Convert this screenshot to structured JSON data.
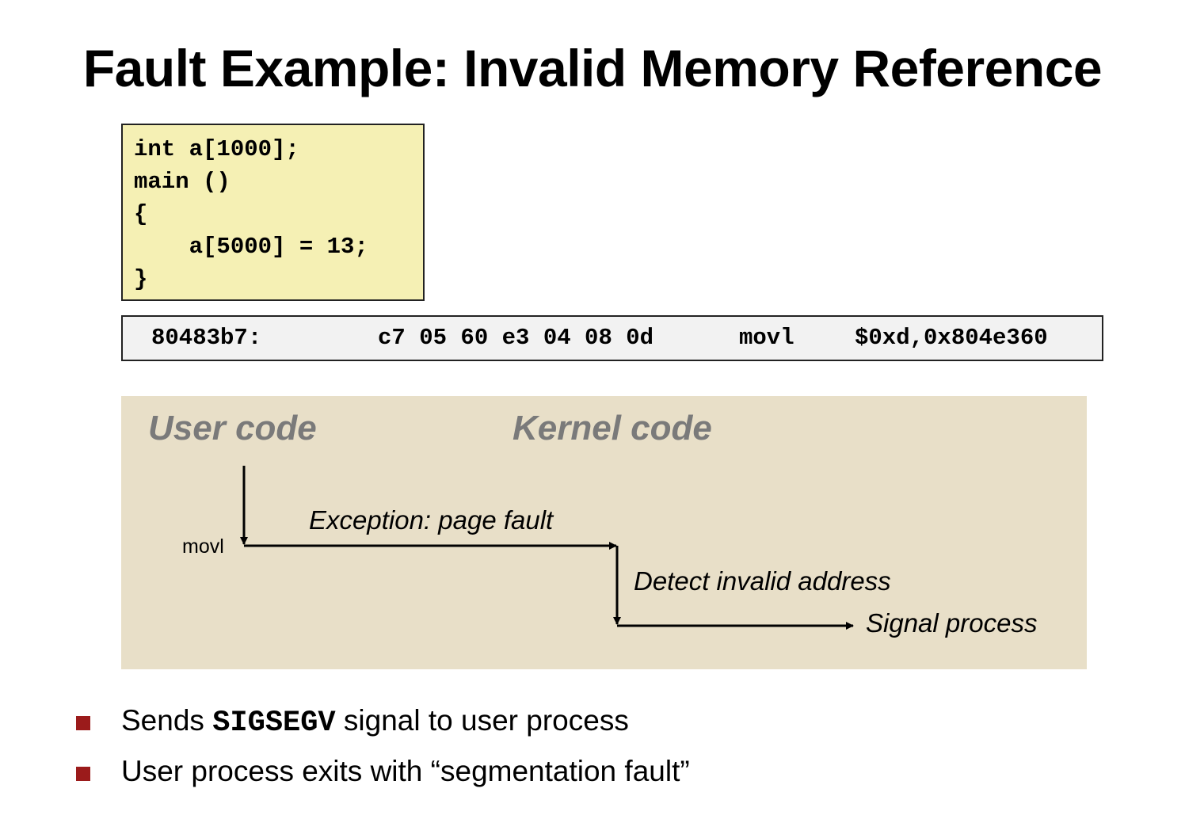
{
  "title": "Fault Example: Invalid Memory Reference",
  "code_lines": [
    "int a[1000];",
    "main ()",
    "{",
    "    a[5000] = 13;",
    "}"
  ],
  "asm": {
    "address": "80483b7:",
    "bytes": "c7 05 60 e3 04 08 0d",
    "mnemonic": "movl",
    "operands": "$0xd,0x804e360"
  },
  "diagram": {
    "user_header": "User code",
    "kernel_header": "Kernel code",
    "movl_label": "movl",
    "exception_label": "Exception: page fault",
    "detect_label": "Detect invalid address",
    "signal_label": "Signal process"
  },
  "bullets": [
    {
      "before": "Sends ",
      "code": "SIGSEGV",
      "after": " signal to user process"
    },
    {
      "text": "User process exits with “segmentation fault”"
    }
  ],
  "colors": {
    "code_box_bg": "#f5f0b4",
    "asm_box_bg": "#f2f2f2",
    "diagram_bg": "#e8dfc8",
    "header_gray": "#7a7a7a",
    "bullet_red": "#9b1b1b"
  }
}
